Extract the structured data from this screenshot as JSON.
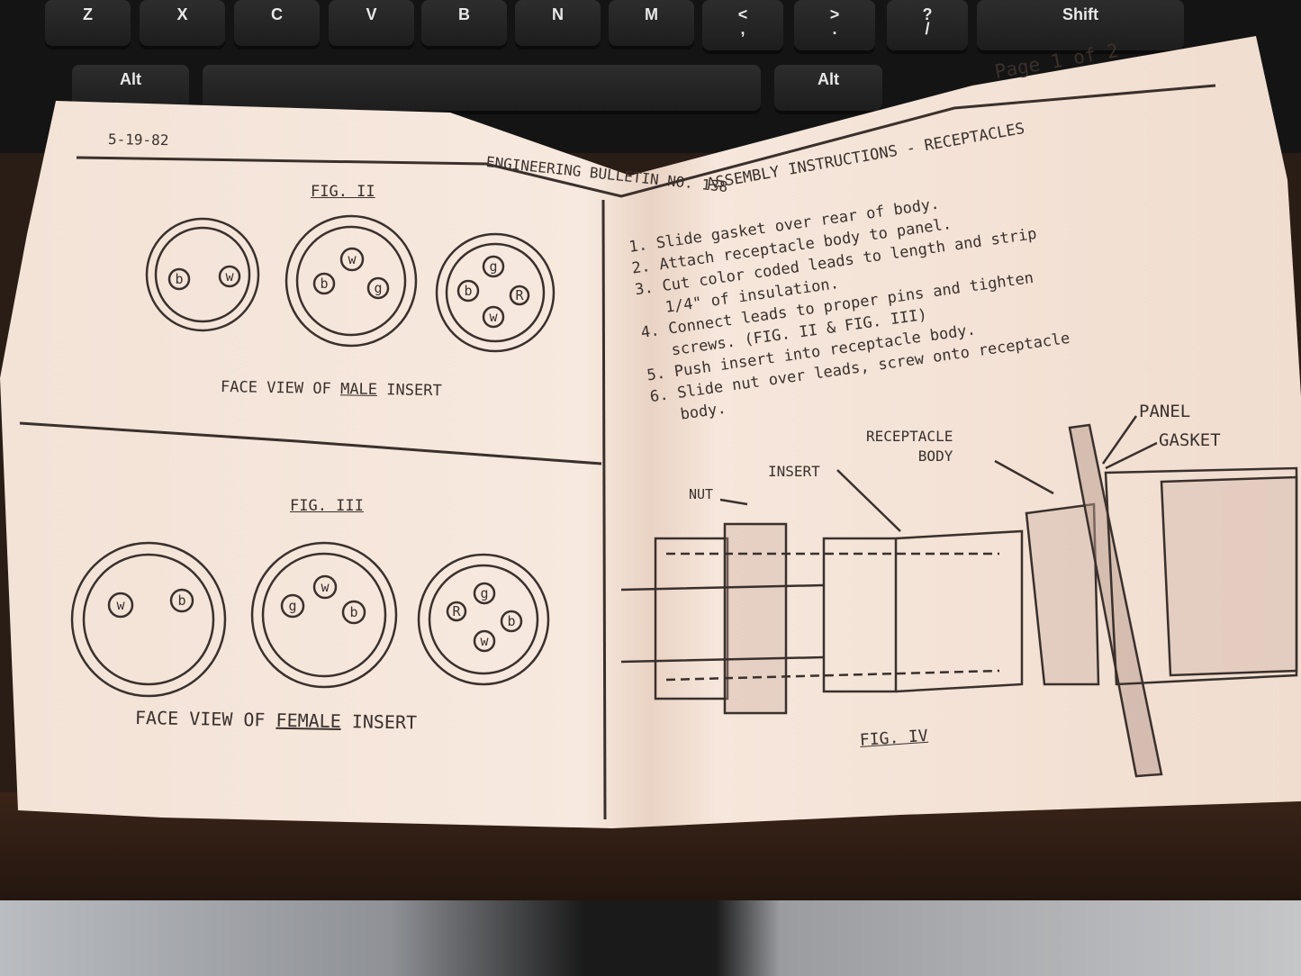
{
  "keyboard": {
    "keys": [
      "Z",
      "X",
      "C",
      "V",
      "B",
      "N",
      "M",
      "<\n,",
      ">\n.",
      "?\n/",
      "Shift",
      "Alt",
      "Alt"
    ]
  },
  "document": {
    "date": "5-19-82",
    "page": "Page 1 of 2",
    "bulletin": "ENGINEERING BULLETIN NO. 138",
    "title": "ASSEMBLY INSTRUCTIONS - RECEPTACLES",
    "fig2": {
      "label": "FIG. II",
      "caption_prefix": "FACE VIEW OF",
      "caption_emphasis": "MALE",
      "caption_suffix": "INSERT",
      "pins": [
        [
          "b",
          "w"
        ],
        [
          "w",
          "b",
          "g"
        ],
        [
          "g",
          "b",
          "R",
          "w"
        ]
      ]
    },
    "fig3": {
      "label": "FIG. III",
      "caption_prefix": "FACE VIEW OF",
      "caption_emphasis": "FEMALE",
      "caption_suffix": "INSERT",
      "pins": [
        [
          "w",
          "b"
        ],
        [
          "w",
          "g",
          "b"
        ],
        [
          "g",
          "R",
          "b",
          "w"
        ]
      ]
    },
    "steps": [
      "1. Slide gasket over rear of body.",
      "2. Attach receptacle body to panel.",
      "3. Cut color coded leads to length and strip",
      "   1/4\" of insulation.",
      "4. Connect leads to proper pins and tighten",
      "   screws. (FIG. II & FIG. III)",
      "5. Push insert into receptacle body.",
      "6. Slide nut over leads, screw onto receptacle",
      "   body."
    ],
    "fig4": {
      "label": "FIG. IV",
      "parts": {
        "nut": "NUT",
        "insert": "INSERT",
        "receptacle_body": "RECEPTACLE\nBODY",
        "panel": "PANEL",
        "gasket": "GASKET"
      }
    }
  }
}
